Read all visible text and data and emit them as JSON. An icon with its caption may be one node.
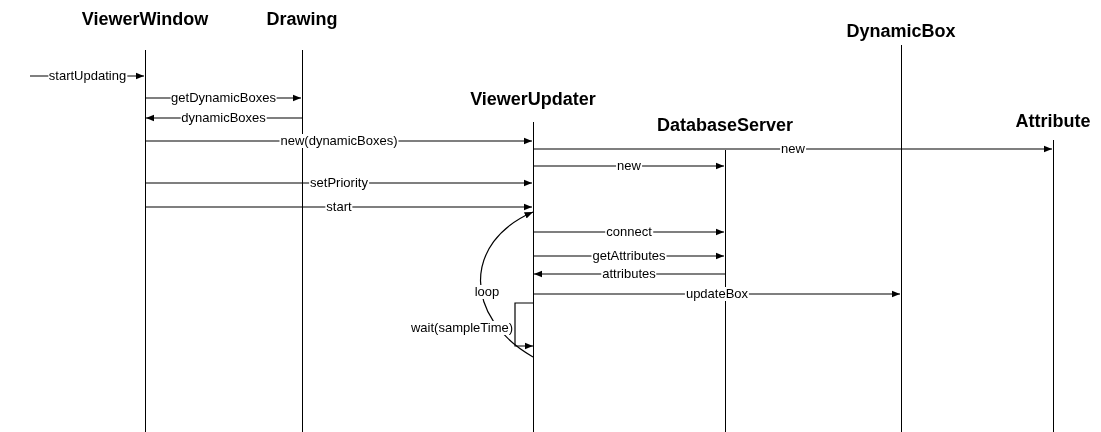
{
  "diagram": {
    "nodes": [
      {
        "text": [
          "ViewerWindow"
        ]
      },
      {
        "text": [
          "Drawing"
        ]
      },
      {
        "text": [
          "ViewerUpdater"
        ]
      },
      {
        "text": [
          "DatabaseServer"
        ]
      },
      {
        "text": [
          "DynamicBox"
        ]
      },
      {
        "text": [
          "Attribute"
        ]
      }
    ],
    "edges": [
      {
        "from": null,
        "to": 0,
        "arrow": "to",
        "label": "startUpdating"
      },
      {
        "from": 0,
        "to": 1,
        "arrow": "to",
        "label": "getDynamicBoxes"
      },
      {
        "from": 1,
        "to": 0,
        "arrow": "to",
        "label": "dynamicBoxes"
      },
      {
        "from": 0,
        "to": 2,
        "arrow": "to",
        "label": "new(dynamicBoxes)"
      },
      {
        "from": 2,
        "to": 5,
        "arrow": "to",
        "label": "new"
      },
      {
        "from": 2,
        "to": 3,
        "arrow": "to",
        "label": "new"
      },
      {
        "from": 0,
        "to": 2,
        "arrow": "to",
        "label": "setPriority"
      },
      {
        "from": 0,
        "to": 2,
        "arrow": "to",
        "label": "start"
      },
      {
        "from": 2,
        "to": 2,
        "arrow": "to",
        "label": "loop"
      },
      {
        "from": 2,
        "to": 3,
        "arrow": "to",
        "label": "connect"
      },
      {
        "from": 2,
        "to": 3,
        "arrow": "to",
        "label": "getAttributes"
      },
      {
        "from": 3,
        "to": 2,
        "arrow": "to",
        "label": "attributes"
      },
      {
        "from": 2,
        "to": 4,
        "arrow": "to",
        "label": "updateBox"
      },
      {
        "from": 2,
        "to": 2,
        "arrow": "to",
        "label": "wait(sampleTime)"
      }
    ]
  }
}
